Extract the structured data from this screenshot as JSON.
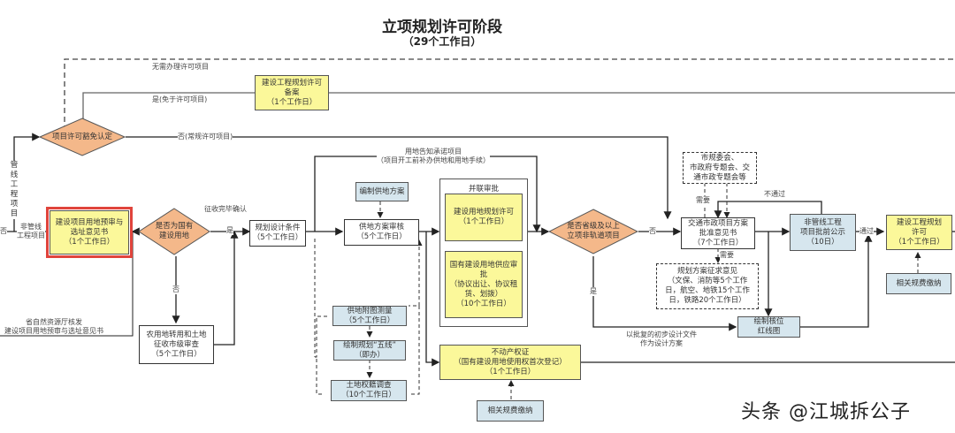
{
  "title": "立项规划许可阶段",
  "subtitle": "（29个工作日）",
  "nodes": {
    "permit_exemption": [
      "项目许可豁免认定"
    ],
    "filing": [
      "建设工程规划许可",
      "备案",
      "（1个工作日）"
    ],
    "site_preaudit": [
      "建设项目用地预审与",
      "选址意见书",
      "（1个工作日）"
    ],
    "state_land_check": [
      "是否为国有",
      "建设用地"
    ],
    "farmland_review": [
      "农用地转用和土地",
      "征收市级审查",
      "（5个工作日）"
    ],
    "planning_conditions": [
      "规划设计条件",
      "（5个工作日）"
    ],
    "compile_plan": [
      "编制供地方案"
    ],
    "supply_review": [
      "供地方案审核",
      "（5个工作日）"
    ],
    "survey": [
      "供地附图测量",
      "（5个工作日）"
    ],
    "five_lines": [
      "绘制规划“五线”",
      "（即办）"
    ],
    "cadastral": [
      "土地权籍调查",
      "（10个工作日）"
    ],
    "parallel_group_title": "并联审批",
    "land_use_permit": [
      "建设用地规划许可",
      "（1个工作日）"
    ],
    "state_supply_approval": [
      "国有建设用地供应审批",
      "（协议出让、协议租",
      "赁、划拨）",
      "（10个工作日）"
    ],
    "property_cert": [
      "不动产权证",
      "（国有建设用地使用权首次登记）",
      "（1个工作日）"
    ],
    "fee_payment_1": [
      "相关规费缴纳"
    ],
    "provincial_check": [
      "是否省级及以上",
      "立项非轨道项目"
    ],
    "meetings": [
      "市规委会、",
      "市政府专题会、交",
      "通市政专题会等"
    ],
    "transport_opinion": [
      "交通市政项目方案",
      "批准意见书",
      "（7个工作日）"
    ],
    "solicit_opinion": [
      "规划方案征求意见",
      "（文保、消防等5个工作",
      "日，航空、地铁15个工作",
      "日，铁路20个工作日）"
    ],
    "red_line": [
      "绘制核位",
      "红线图"
    ],
    "publicity": [
      "非管线工程",
      "项目批前公示",
      "（10日）"
    ],
    "planning_permit": [
      "建设工程规划",
      "许可",
      "（1个工作日）"
    ],
    "fee_payment_2": [
      "相关规费缴纳"
    ]
  },
  "labels": {
    "no_permit_needed": "无需办理许可项目",
    "yes_exempt": "是(免于许可项目)",
    "no_regular": "否(常规许可项目)",
    "pipeline_project": "管线工程项目",
    "non_pipeline": [
      "非管线",
      "工程项目"
    ],
    "left_no": "否",
    "expropriation_confirm": "征收完毕确认",
    "yes_1": "是",
    "no_1": "否",
    "provincial_issue": [
      "省自然资源厅核发",
      "建设项目用地预审与选址意见书"
    ],
    "notify_commit": [
      "用地告知承诺项目",
      "（项目开工前补办供地和用地手续）"
    ],
    "no_2": "否",
    "yes_2": "是",
    "need_1": "需要",
    "need_2": "需要",
    "not_pass": "不通过",
    "pass": "通过",
    "approved_docs": [
      "以批复的初步设计文件",
      "作为设计方案"
    ]
  },
  "colors": {
    "yellow_box": "#fbf89a",
    "blue_box": "#d6e6ee",
    "diamond": "#f4b88a",
    "highlight": "#e0443c"
  },
  "watermark": "头条 @江城拆公子"
}
